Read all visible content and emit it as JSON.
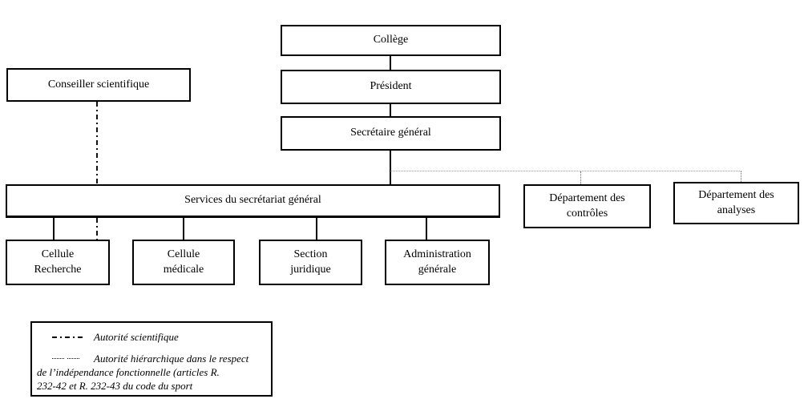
{
  "org_chart": {
    "nodes": {
      "college": {
        "label": "Collège"
      },
      "president": {
        "label": "Président"
      },
      "secretaire_general": {
        "label": "Secrétaire général"
      },
      "conseiller_scientifique": {
        "label": "Conseiller scientifique"
      },
      "services_secretariat": {
        "label": "Services du secrétariat général"
      },
      "departement_controles": {
        "label": "Département des contrôles"
      },
      "departement_analyses": {
        "label": "Département des analyses"
      },
      "cellule_recherche": {
        "label": "Cellule Recherche"
      },
      "cellule_medicale": {
        "label": "Cellule médicale"
      },
      "section_juridique": {
        "label": "Section juridique"
      },
      "administration_generale": {
        "label": "Administration générale"
      }
    },
    "edges": [
      {
        "from": "college",
        "to": "president",
        "style": "solid"
      },
      {
        "from": "president",
        "to": "secretaire_general",
        "style": "solid"
      },
      {
        "from": "secretaire_general",
        "to": "services_secretariat",
        "style": "solid"
      },
      {
        "from": "services_secretariat",
        "to": "cellule_recherche",
        "style": "solid"
      },
      {
        "from": "services_secretariat",
        "to": "cellule_medicale",
        "style": "solid"
      },
      {
        "from": "services_secretariat",
        "to": "section_juridique",
        "style": "solid"
      },
      {
        "from": "services_secretariat",
        "to": "administration_generale",
        "style": "solid"
      },
      {
        "from": "conseiller_scientifique",
        "to": "cellule_recherche",
        "style": "dash-dot"
      },
      {
        "from": "secretaire_general",
        "to": "departement_controles",
        "style": "dotted"
      },
      {
        "from": "secretaire_general",
        "to": "departement_analyses",
        "style": "dotted"
      }
    ]
  },
  "legend": {
    "items": [
      {
        "line_style": "dash-dot",
        "label": "Autorité scientifique"
      },
      {
        "line_style": "dotted",
        "label": "Autorité hiérarchique dans le respect de l’indépendance fonctionnelle (articles R. 232-42 et R. 232-43 du code du sport",
        "lines": [
          "Autorité hiérarchique dans le respect",
          "de l’indépendance fonctionnelle (articles R.",
          "232-42 et R. 232-43 du code du sport"
        ]
      }
    ]
  },
  "colors": {
    "box_border": "#000000",
    "text": "#000000",
    "background": "#ffffff",
    "dotted_link": "#9f9f9f"
  }
}
